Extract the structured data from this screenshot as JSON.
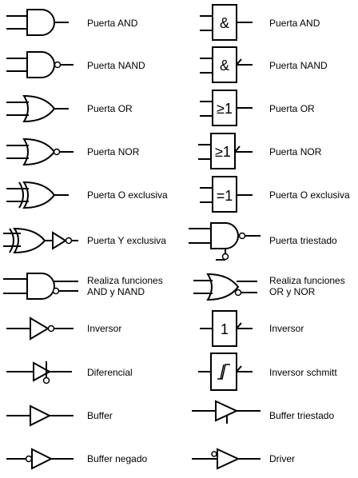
{
  "left": [
    {
      "name": "Puerta AND"
    },
    {
      "name": "Puerta NAND"
    },
    {
      "name": "Puerta OR"
    },
    {
      "name": "Puerta NOR"
    },
    {
      "name": "Puerta O exclusiva"
    },
    {
      "name": "Puerta Y exclusiva"
    },
    {
      "name": "Realiza funciones\nAND y NAND"
    },
    {
      "name": "Inversor"
    },
    {
      "name": "Diferencial"
    },
    {
      "name": "Buffer"
    },
    {
      "name": "Buffer negado"
    }
  ],
  "right": [
    {
      "name": "Puerta AND",
      "box_symbol": "&"
    },
    {
      "name": "Puerta NAND",
      "box_symbol": "&"
    },
    {
      "name": "Puerta OR",
      "box_symbol": "≥1"
    },
    {
      "name": "Puerta NOR",
      "box_symbol": "≥1"
    },
    {
      "name": "Puerta O exclusiva",
      "box_symbol": "=1"
    },
    {
      "name": "Puerta triestado"
    },
    {
      "name": "Realiza funciones\nOR y NOR"
    },
    {
      "name": "Inversor",
      "box_symbol": "1"
    },
    {
      "name": "Inversor schmitt"
    },
    {
      "name": "Buffer triestado"
    },
    {
      "name": "Driver"
    }
  ]
}
